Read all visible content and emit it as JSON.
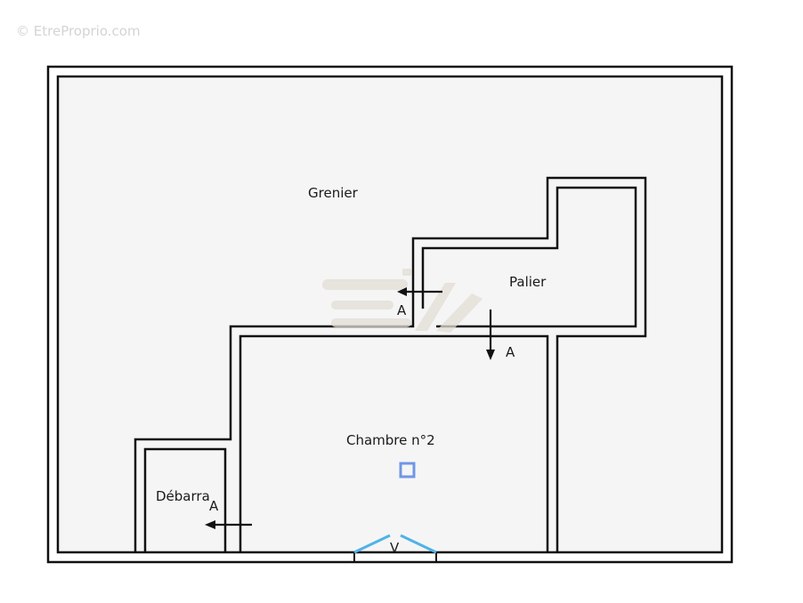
{
  "watermark": {
    "copyright": "© EtreProprio.com"
  },
  "rooms": {
    "grenier": "Grenier",
    "palier": "Palier",
    "chambre": "Chambre n°2",
    "debarras": "Débarra"
  },
  "markers": {
    "arrow_palier_left": "A",
    "arrow_palier_down": "A",
    "arrow_debarras_left": "A",
    "window_label": "V"
  },
  "colors": {
    "wall": "#111111",
    "floor": "#f5f5f5",
    "window": "#4fb3e8",
    "fixture": "#6f96e6"
  }
}
